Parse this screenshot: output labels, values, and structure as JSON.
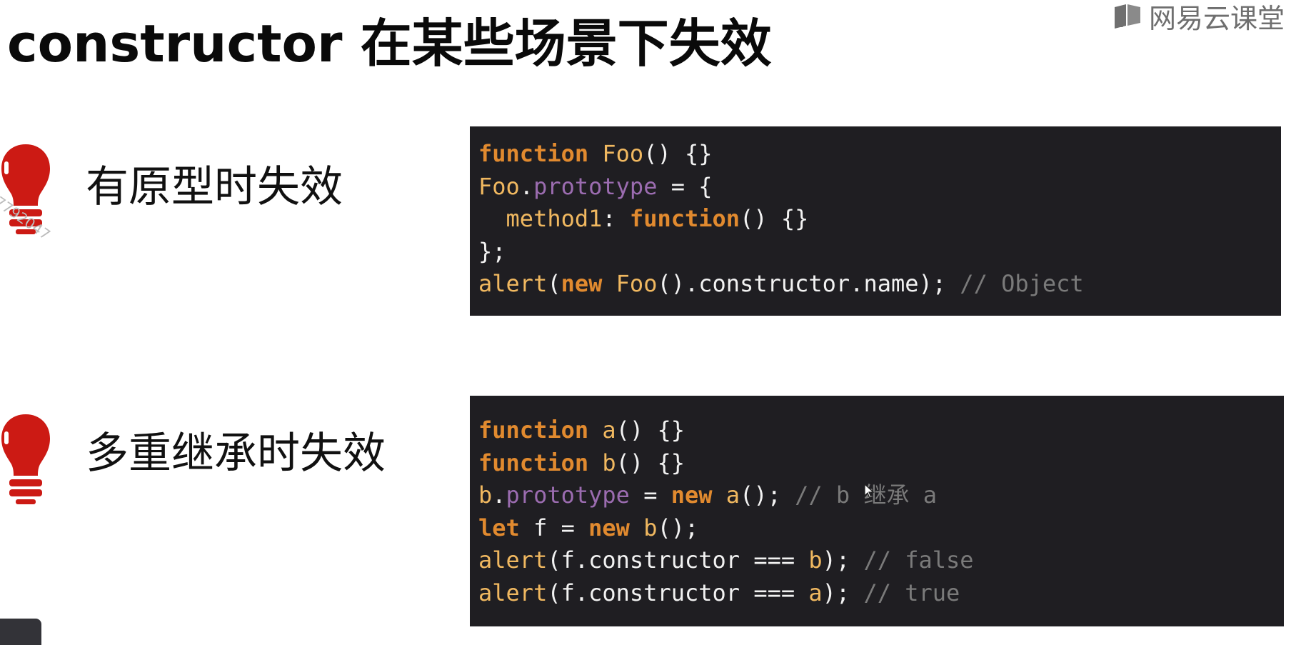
{
  "page": {
    "title": "constructor 在某些场景下失效"
  },
  "brand": {
    "name": "网易云课堂",
    "icon": "book-logo-icon",
    "color": "#6f6f6f"
  },
  "watermark": {
    "text": "7792047"
  },
  "sections": [
    {
      "label": "有原型时失效",
      "icon": "lightbulb-icon",
      "code_lines": [
        [
          [
            "kw",
            "function"
          ],
          [
            "pl",
            " "
          ],
          [
            "fn",
            "Foo"
          ],
          [
            "pl",
            "() {}"
          ]
        ],
        [
          [
            "fn",
            "Foo"
          ],
          [
            "pl",
            "."
          ],
          [
            "prop",
            "prototype"
          ],
          [
            "pl",
            " = {"
          ]
        ],
        [
          [
            "pl",
            "  "
          ],
          [
            "fn",
            "method1"
          ],
          [
            "pl",
            ": "
          ],
          [
            "kw",
            "function"
          ],
          [
            "pl",
            "() {}"
          ]
        ],
        [
          [
            "pl",
            "};"
          ]
        ],
        [
          [
            "fn",
            "alert"
          ],
          [
            "pl",
            "("
          ],
          [
            "kw",
            "new"
          ],
          [
            "pl",
            " "
          ],
          [
            "fn",
            "Foo"
          ],
          [
            "pl",
            "().constructor.name); "
          ],
          [
            "cm",
            "// Object"
          ]
        ]
      ]
    },
    {
      "label": "多重继承时失效",
      "icon": "lightbulb-icon",
      "code_lines": [
        [
          [
            "kw",
            "function"
          ],
          [
            "pl",
            " "
          ],
          [
            "fn",
            "a"
          ],
          [
            "pl",
            "() {}"
          ]
        ],
        [
          [
            "kw",
            "function"
          ],
          [
            "pl",
            " "
          ],
          [
            "fn",
            "b"
          ],
          [
            "pl",
            "() {}"
          ]
        ],
        [
          [
            "fn",
            "b"
          ],
          [
            "pl",
            "."
          ],
          [
            "prop",
            "prototype"
          ],
          [
            "pl",
            " = "
          ],
          [
            "kw",
            "new"
          ],
          [
            "pl",
            " "
          ],
          [
            "fn",
            "a"
          ],
          [
            "pl",
            "(); "
          ],
          [
            "cm",
            "// b 继承 a"
          ]
        ],
        [
          [
            "kw",
            "let"
          ],
          [
            "pl",
            " f = "
          ],
          [
            "kw",
            "new"
          ],
          [
            "pl",
            " "
          ],
          [
            "fn",
            "b"
          ],
          [
            "pl",
            "();"
          ]
        ],
        [
          [
            "fn",
            "alert"
          ],
          [
            "pl",
            "(f.constructor === "
          ],
          [
            "fn",
            "b"
          ],
          [
            "pl",
            "); "
          ],
          [
            "cm",
            "// false"
          ]
        ],
        [
          [
            "fn",
            "alert"
          ],
          [
            "pl",
            "(f.constructor === "
          ],
          [
            "fn",
            "a"
          ],
          [
            "pl",
            "); "
          ],
          [
            "cm",
            "// true"
          ]
        ]
      ]
    }
  ],
  "colors": {
    "keyword": "#e18a2f",
    "identifier": "#f0b860",
    "property": "#9b6cb0",
    "comment": "#7a7a7a",
    "code_background": "#1f1e22",
    "bulb": "#cc1a14"
  }
}
